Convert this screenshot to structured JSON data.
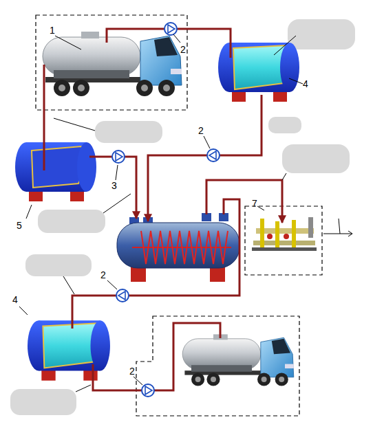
{
  "diagram": {
    "labels": [
      "1",
      "2",
      "4",
      "2",
      "3",
      "5",
      "7",
      "2",
      "4",
      "2"
    ]
  }
}
